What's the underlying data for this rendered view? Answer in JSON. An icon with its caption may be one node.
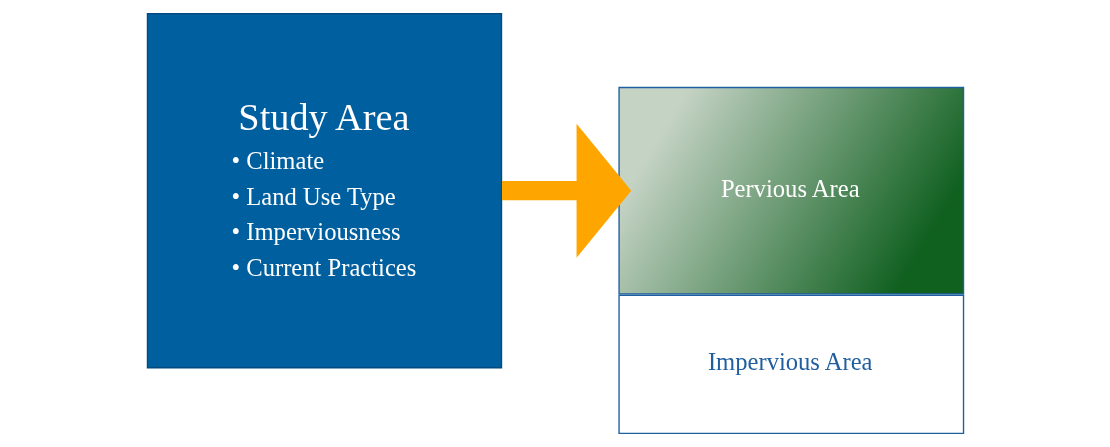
{
  "diagram": {
    "nodes": [
      {
        "text": [
          "Study Area",
          "• Climate",
          "• Land Use Type",
          "• Imperviousness",
          "• Current Practices"
        ]
      },
      {
        "text": [
          "Pervious Area"
        ]
      },
      {
        "text": [
          "Impervious Area"
        ]
      }
    ],
    "edges": [
      {
        "from": 0,
        "to": 1,
        "arrow": "to",
        "color": "#ffa500"
      }
    ]
  }
}
